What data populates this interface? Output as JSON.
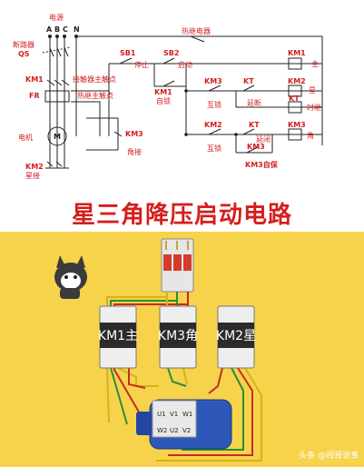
{
  "schematic": {
    "power_label": "电源",
    "phases": [
      "A",
      "B",
      "C",
      "N"
    ],
    "breaker_label": "断路器",
    "breaker_code": "QS",
    "km1": "KM1",
    "fr": "FR",
    "km1_main_contact": "接触器主触点",
    "thermal_relay": "热继电器",
    "thermal_relay_contact": "热继主触点",
    "motor_label": "电机",
    "motor_symbol": "M",
    "km3_left": "KM3",
    "angle_left": "角接",
    "km2_left": "KM2",
    "star_left": "星接",
    "sb1": "SB1",
    "stop": "停止",
    "sb2": "SB2",
    "start": "启动",
    "km1_ctrl": "KM1",
    "self_lock": "自锁",
    "km3_interlock": "KM3",
    "interlock1": "互锁",
    "kt_delay": "KT",
    "delay_break": "延断",
    "km2_interlock": "KM2",
    "interlock2": "互锁",
    "kt_close": "KT",
    "delay_close": "延闭",
    "km3_self": "KM3",
    "km3_self_lock": "KM3自保",
    "coil_km1": "KM1",
    "coil_km1_desc": "主",
    "coil_km2": "KM2",
    "coil_km2_desc": "星",
    "coil_kt": "KT",
    "coil_kt_desc": "时继",
    "coil_km3": "KM3",
    "coil_km3_desc": "角"
  },
  "title": "星三角降压启动电路",
  "photo": {
    "km1_label": "KM1主",
    "km3_label": "KM3角",
    "km2_label": "KM2星",
    "terminals_top": [
      "U1",
      "V1",
      "W1"
    ],
    "terminals_bottom": [
      "W2",
      "U2",
      "V2"
    ],
    "watermark": "头条 @阎哥说事"
  }
}
